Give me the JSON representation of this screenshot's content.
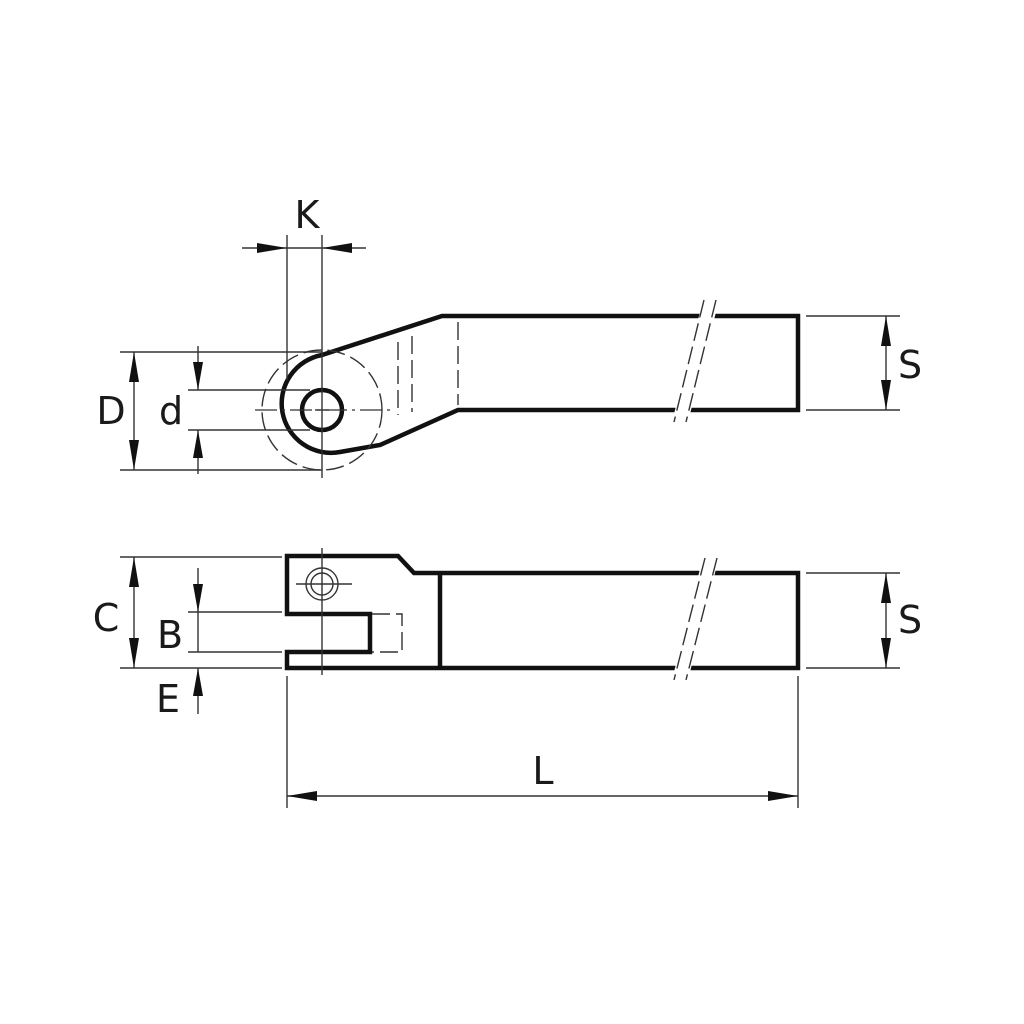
{
  "labels": {
    "K": "K",
    "D": "D",
    "d": "d",
    "S_top": "S",
    "C": "C",
    "B": "B",
    "E": "E",
    "S_bottom": "S",
    "L": "L"
  },
  "colors": {
    "line": "#111111",
    "background": "#ffffff"
  }
}
